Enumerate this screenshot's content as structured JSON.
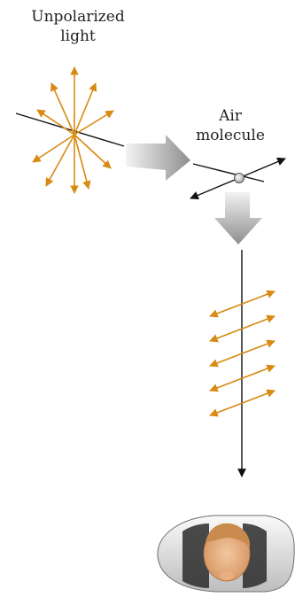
{
  "labels": {
    "source_line1": "Unpolarized",
    "source_line2": "light",
    "molecule_line1": "Air",
    "molecule_line2": "molecule"
  },
  "colors": {
    "wave_arrow": "#D88A12",
    "axis_line": "#111111",
    "flow_arrow_light": "#F2F2F2",
    "flow_arrow_dark": "#8E8E8E",
    "molecule_fill": "#D9D9D9"
  },
  "icons": {
    "observer": "person-head-icon",
    "molecule": "molecule-dot-icon",
    "flow": "gray-block-arrow-icon"
  }
}
